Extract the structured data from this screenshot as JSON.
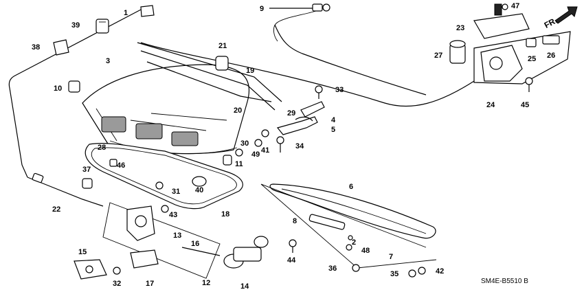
{
  "callouts": [
    "1",
    "2",
    "3",
    "4",
    "5",
    "6",
    "7",
    "8",
    "9",
    "10",
    "11",
    "12",
    "13",
    "14",
    "15",
    "16",
    "17",
    "18",
    "19",
    "20",
    "21",
    "22",
    "23",
    "24",
    "25",
    "26",
    "27",
    "28",
    "29",
    "30",
    "31",
    "32",
    "33",
    "34",
    "35",
    "36",
    "37",
    "38",
    "39",
    "40",
    "41",
    "42",
    "43",
    "44",
    "45",
    "46",
    "47",
    "48",
    "49"
  ],
  "direction_label": "FR.",
  "drawing_code": "SM4E-B5510 B"
}
